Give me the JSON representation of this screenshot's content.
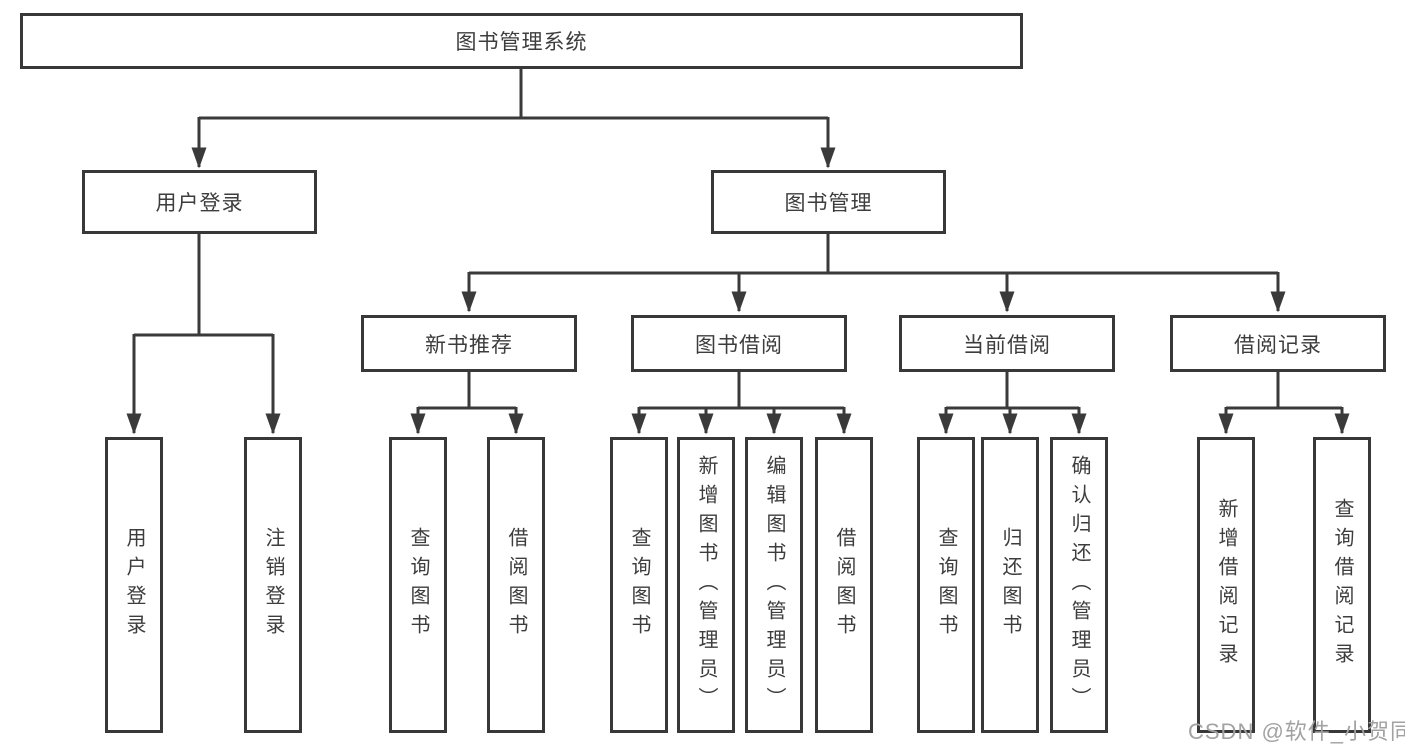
{
  "colors": {
    "line": "#3a3a3a",
    "box_border": "#383838",
    "box_fill": "#ffffff",
    "text": "#3d3d3d",
    "watermark": "#a2a2a2",
    "background": "#ffffff"
  },
  "root": {
    "label": "图书管理系统"
  },
  "branches": {
    "user_login": {
      "label": "用户登录",
      "children": [
        "用户登录",
        "注销登录"
      ]
    },
    "book_mgmt": {
      "label": "图书管理"
    }
  },
  "modules": [
    {
      "label": "新书推荐",
      "children": [
        "查询图书",
        "借阅图书"
      ]
    },
    {
      "label": "图书借阅",
      "children": [
        "查询图书",
        "新增图书（管理员）",
        "编辑图书（管理员）",
        "借阅图书"
      ]
    },
    {
      "label": "当前借阅",
      "children": [
        "查询图书",
        "归还图书",
        "确认归还（管理员）"
      ]
    },
    {
      "label": "借阅记录",
      "children": [
        "新增借阅记录",
        "查询借阅记录"
      ]
    }
  ],
  "watermark": "CSDN @软件_小贺同学"
}
